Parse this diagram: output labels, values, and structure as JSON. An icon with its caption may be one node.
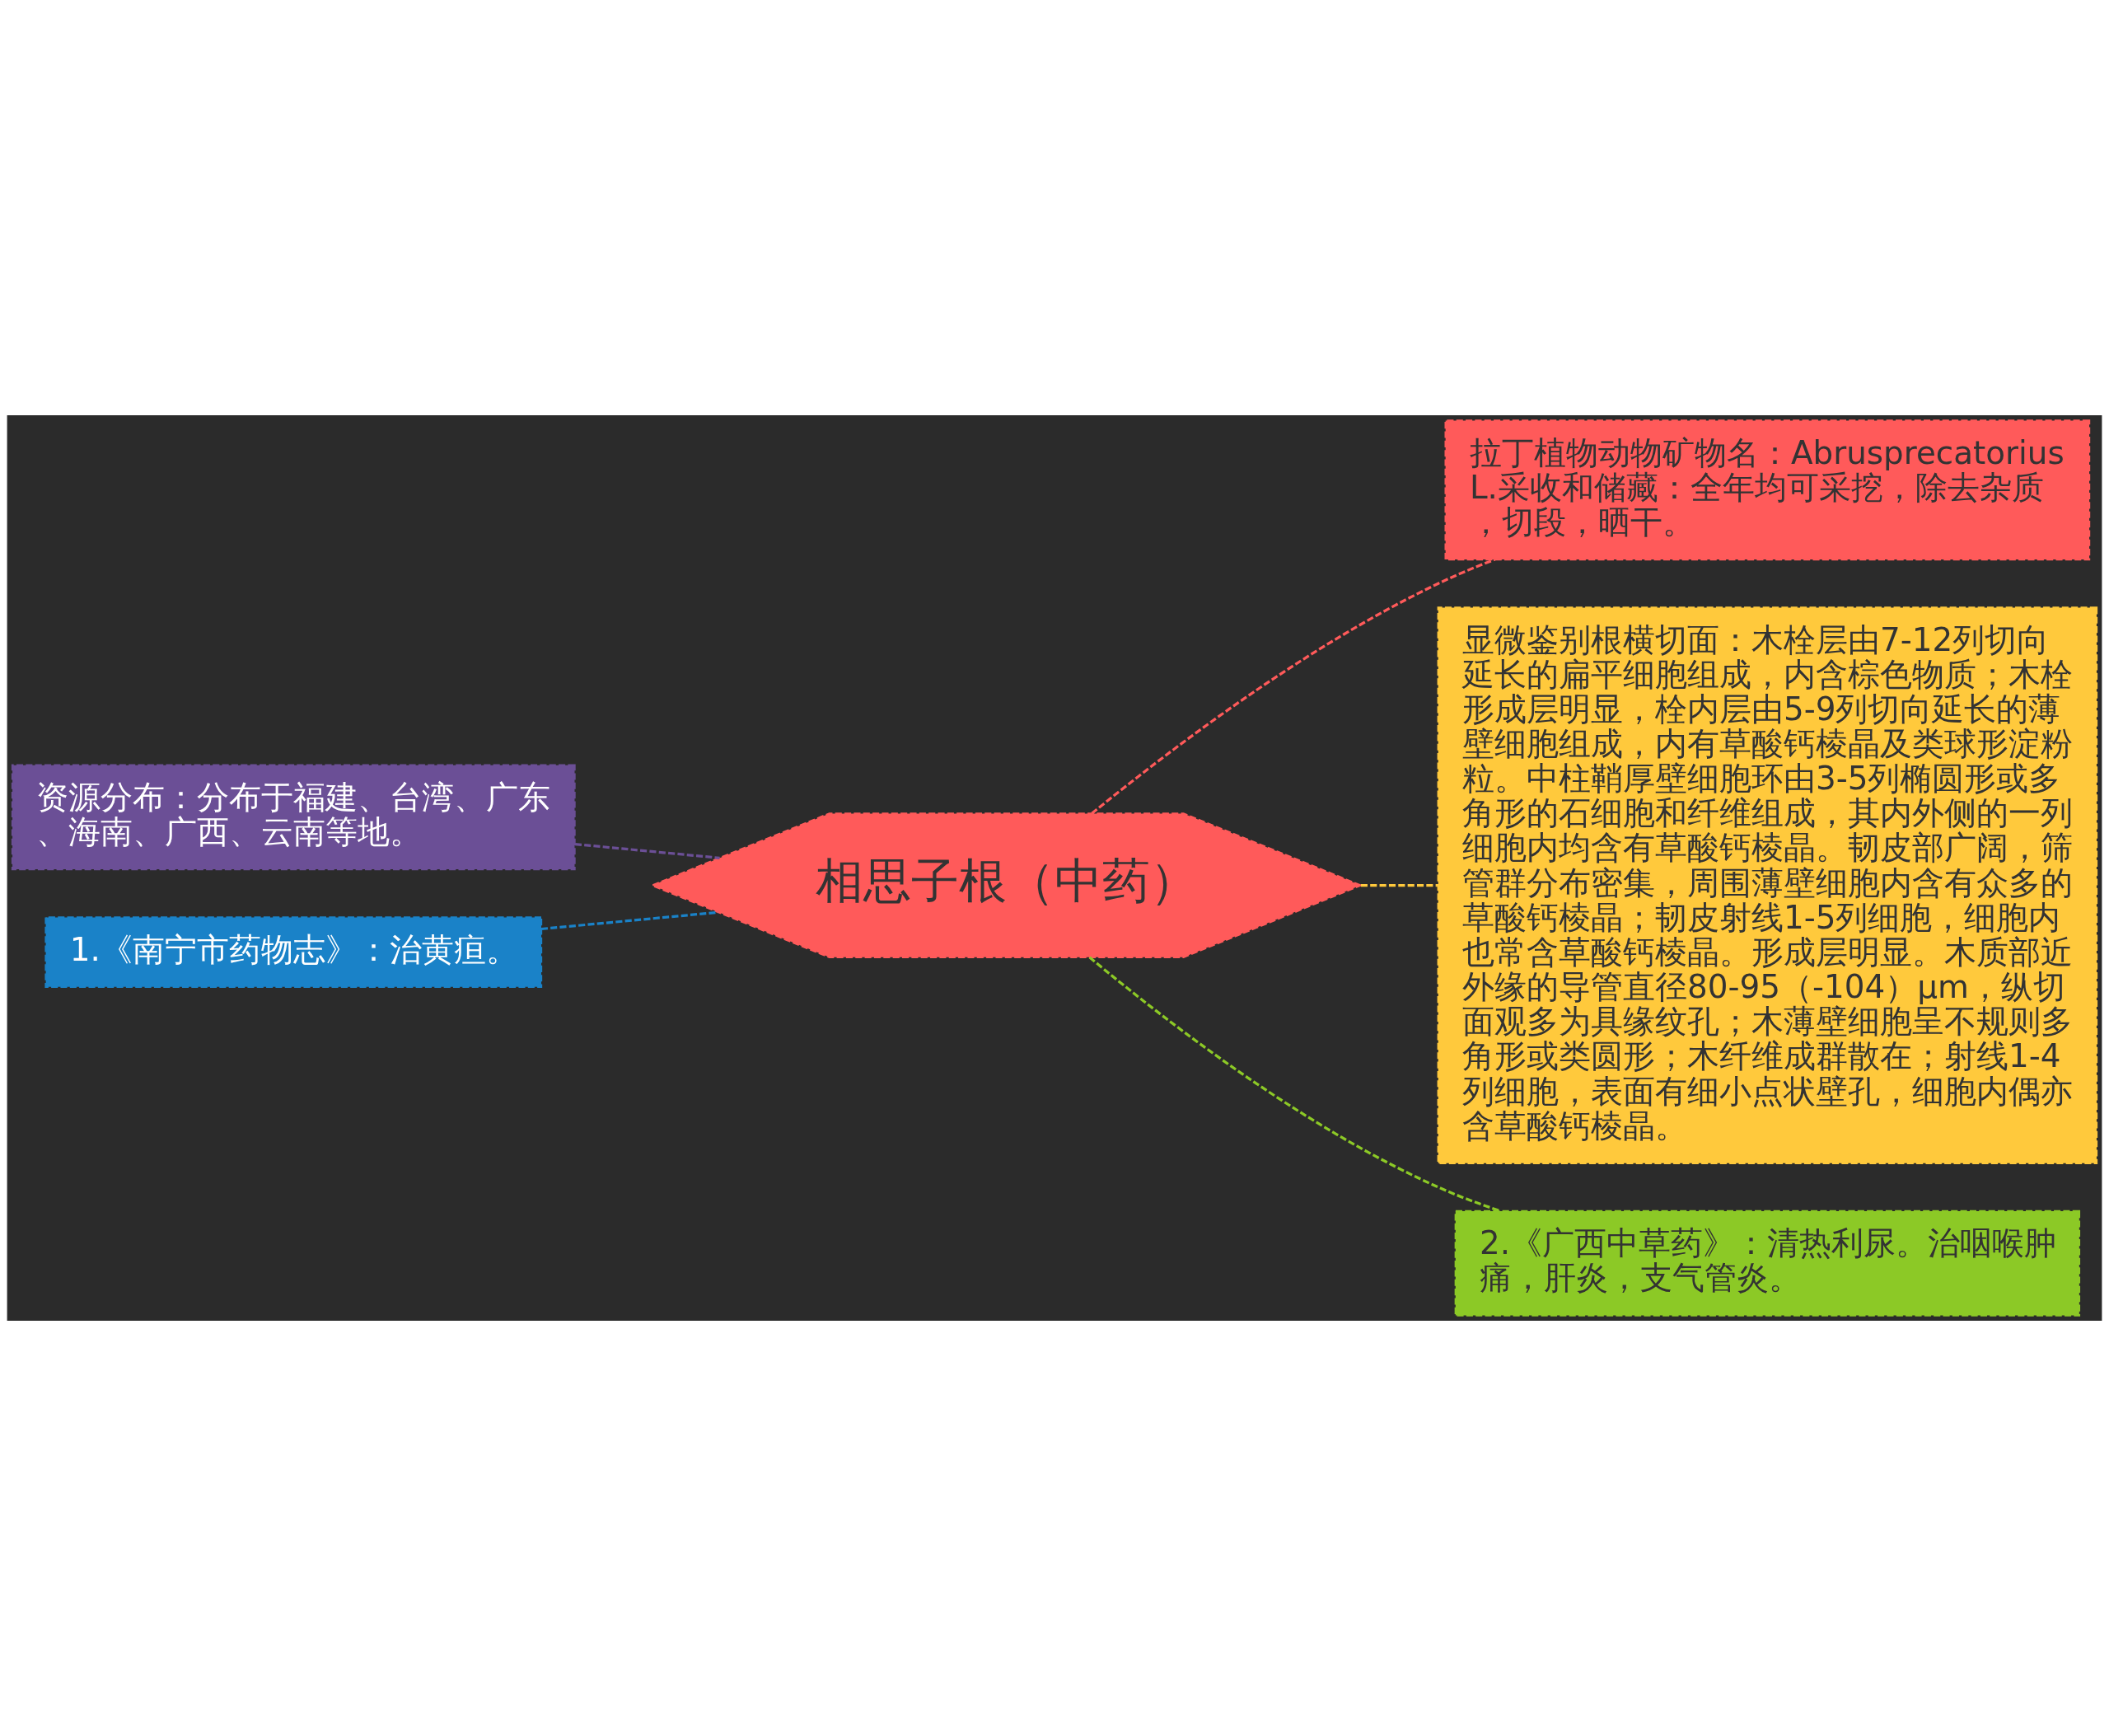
{
  "diagram": {
    "nodes": [
      {
        "text": [
          "相思子根（中药）"
        ]
      },
      {
        "text": [
          "资源分布：分布于福建、台湾、广东、海南、广西、云南等地。"
        ]
      },
      {
        "text": [
          "1.《南宁市药物志》：治黄疸。"
        ]
      },
      {
        "text": [
          "拉丁植物动物矿物名：AbrusprecatoriusL.采收和储藏：全年均可采挖，除去杂质，切段，晒干。"
        ]
      },
      {
        "text": [
          "显微鉴别根横切面：木栓层由7-12列切向延长的扁平细胞组成，内含棕色物质；木栓形成层明显，栓内层由5-9列切向延长的薄壁细胞组成，内有草酸钙棱晶及类球形淀粉粒。中柱鞘厚壁细胞环由3-5列椭圆形或多角形的石细胞和纤维组成，其内外侧的一列细胞内均含有草酸钙棱晶。韧皮部广阔，筛管群分布密集，周围薄壁细胞内含有众多的草酸钙棱晶；韧皮射线1-5列细胞，细胞内也常含草酸钙棱晶。形成层明显。木质部近外缘的导管直径80-95（-104）μm，纵切面观多为具缘纹孔；木薄壁细胞呈不规则多角形或类圆形；木纤维成群散在；射线1-4列细胞，表面有细小点状壁孔，细胞内偶亦含草酸钙棱晶。"
        ]
      },
      {
        "text": [
          "2.《广西中草药》：清热利尿。治咽喉肿痛，肝炎，支气管炎。"
        ]
      }
    ],
    "edges": [
      {
        "from": 1,
        "to": 0,
        "arrow": "none",
        "style": "dashed",
        "color": "#6b4f96"
      },
      {
        "from": 2,
        "to": 0,
        "arrow": "none",
        "style": "dashed",
        "color": "#1a82c8"
      },
      {
        "from": 0,
        "to": 3,
        "arrow": "none",
        "style": "dashed",
        "color": "#ff5a5a"
      },
      {
        "from": 0,
        "to": 4,
        "arrow": "none",
        "style": "dashed",
        "color": "#ffc93c"
      },
      {
        "from": 0,
        "to": 5,
        "arrow": "none",
        "style": "dashed",
        "color": "#8cc926"
      }
    ]
  }
}
